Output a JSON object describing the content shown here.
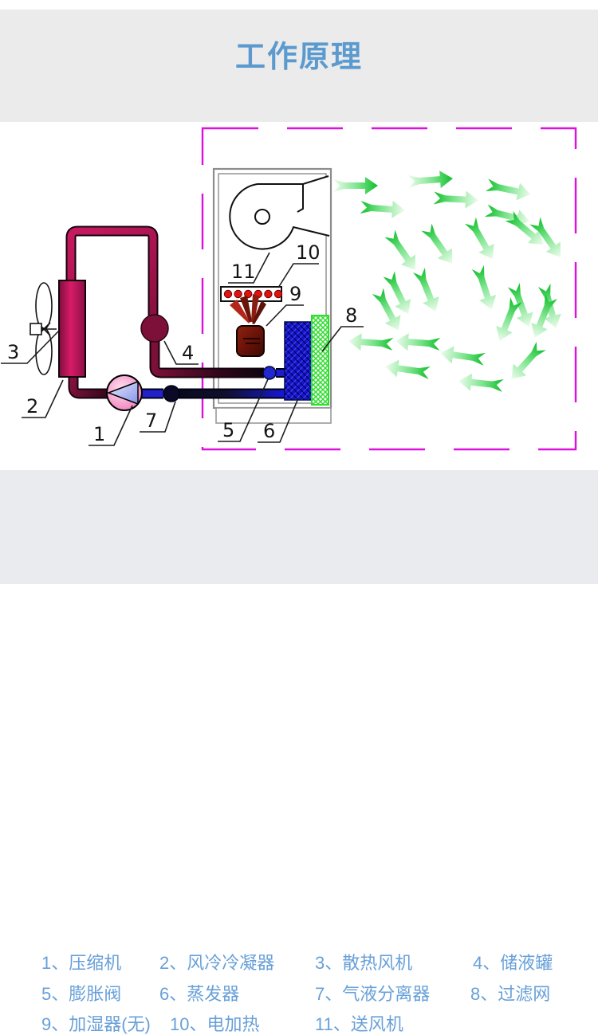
{
  "page": {
    "title": "工作原理"
  },
  "diagram": {
    "labels": {
      "compressor": "1",
      "condenser": "2",
      "fan": "3",
      "receiver": "4",
      "expansion_valve": "5",
      "evaporator": "6",
      "separator": "7",
      "filter": "8",
      "humidifier": "9",
      "heater": "10",
      "blower": "11"
    },
    "colors": {
      "accent_title": "#5b9ace",
      "legend_text": "#68a0d8",
      "dashed_border": "#dd10dd",
      "pipe_crimson": "#c3155c",
      "pipe_dark_maroon": "#7c1038",
      "pipe_blue": "#1a1ad2",
      "evaporator_blue": "#1414c8",
      "filter_green": "#2fdd2f",
      "arrow_green": "#12c228",
      "heater_dot_red": "#e01111"
    },
    "heater_dot_count": 6,
    "airflow_arrows": [
      [
        446,
        233,
        0,
        1
      ],
      [
        540,
        226,
        -4,
        1
      ],
      [
        638,
        238,
        12,
        0
      ],
      [
        480,
        262,
        4,
        0
      ],
      [
        572,
        250,
        3,
        0
      ],
      [
        637,
        271,
        14,
        0
      ],
      [
        660,
        289,
        40,
        0
      ],
      [
        687,
        300,
        55,
        0
      ],
      [
        505,
        316,
        55,
        0
      ],
      [
        551,
        308,
        55,
        0
      ],
      [
        604,
        301,
        60,
        0
      ],
      [
        487,
        390,
        62,
        0
      ],
      [
        500,
        369,
        64,
        0
      ],
      [
        536,
        365,
        68,
        0
      ],
      [
        608,
        362,
        72,
        0
      ],
      [
        654,
        384,
        70,
        0
      ],
      [
        690,
        385,
        75,
        0
      ],
      [
        637,
        402,
        112,
        0
      ],
      [
        681,
        398,
        112,
        0
      ],
      [
        660,
        455,
        132,
        0
      ],
      [
        465,
        430,
        184,
        0
      ],
      [
        524,
        430,
        184,
        0
      ],
      [
        580,
        447,
        188,
        0
      ],
      [
        511,
        464,
        188,
        0
      ],
      [
        603,
        481,
        186,
        0
      ]
    ]
  },
  "legend": {
    "items": [
      {
        "text": "1、压缩机"
      },
      {
        "text": "2、风冷冷凝器"
      },
      {
        "text": "3、散热风机"
      },
      {
        "text": "4、储液罐"
      },
      {
        "text": "5、膨胀阀"
      },
      {
        "text": "6、蒸发器"
      },
      {
        "text": "7、气液分离器"
      },
      {
        "text": "8、过滤网"
      },
      {
        "text": "9、加湿器(无)"
      },
      {
        "text": "10、电加热"
      },
      {
        "text": "11、送风机"
      }
    ]
  }
}
